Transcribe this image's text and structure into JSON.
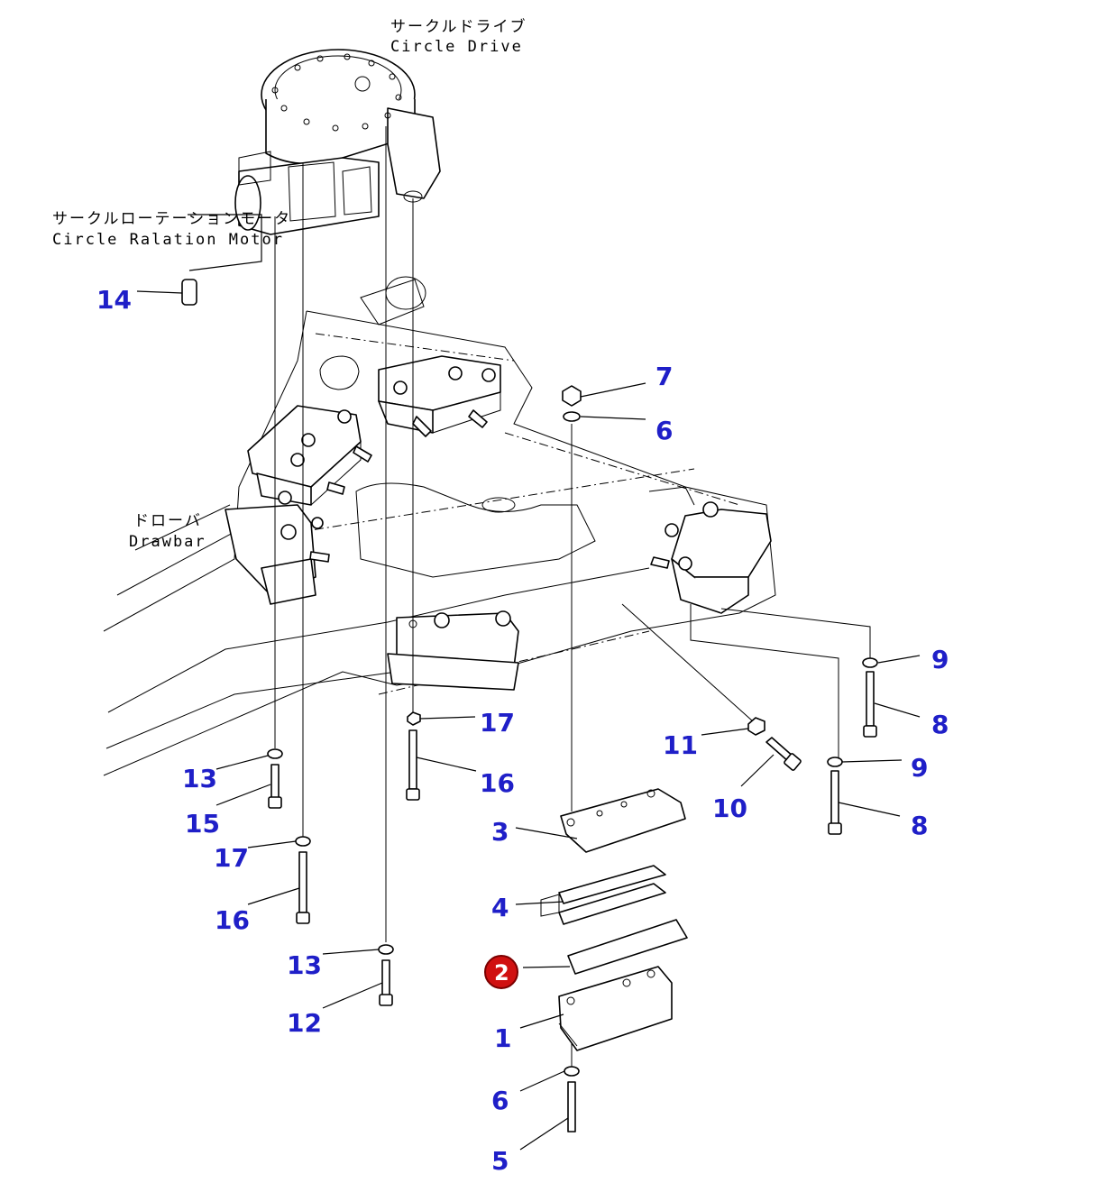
{
  "colors": {
    "callout": "#1f1fc8",
    "highlight_badge": "#d01010",
    "line": "#000000"
  },
  "labels": {
    "circle_drive_jp": "サークルドライブ",
    "circle_drive_en": "Circle Drive",
    "circle_motor_jp": "サークルローテーションモータ",
    "circle_motor_en": "Circle Ralation Motor",
    "drawbar_jp": "ドローバ",
    "drawbar_en": "Drawbar"
  },
  "callouts": [
    {
      "id": "c14",
      "text": "14"
    },
    {
      "id": "c7",
      "text": "7"
    },
    {
      "id": "c6a",
      "text": "6"
    },
    {
      "id": "c9a",
      "text": "9"
    },
    {
      "id": "c8a",
      "text": "8"
    },
    {
      "id": "c17a",
      "text": "17"
    },
    {
      "id": "c11",
      "text": "11"
    },
    {
      "id": "c9b",
      "text": "9"
    },
    {
      "id": "c13a",
      "text": "13"
    },
    {
      "id": "c16a",
      "text": "16"
    },
    {
      "id": "c10",
      "text": "10"
    },
    {
      "id": "c15",
      "text": "15"
    },
    {
      "id": "c8b",
      "text": "8"
    },
    {
      "id": "c3",
      "text": "3"
    },
    {
      "id": "c17b",
      "text": "17"
    },
    {
      "id": "c16b",
      "text": "16"
    },
    {
      "id": "c4",
      "text": "4"
    },
    {
      "id": "c13b",
      "text": "13"
    },
    {
      "id": "c2",
      "text": "2"
    },
    {
      "id": "c12",
      "text": "12"
    },
    {
      "id": "c1",
      "text": "1"
    },
    {
      "id": "c6b",
      "text": "6"
    },
    {
      "id": "c5",
      "text": "5"
    }
  ]
}
